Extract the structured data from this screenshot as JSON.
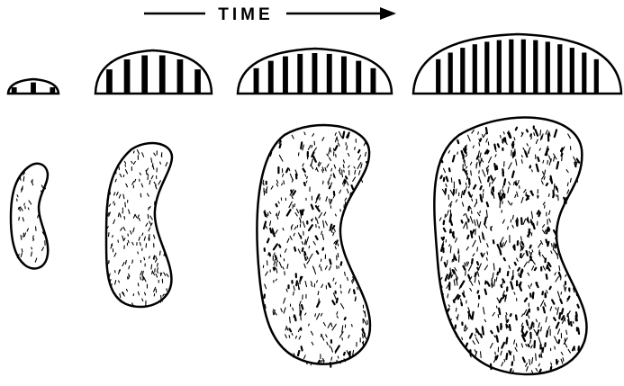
{
  "header": {
    "time_label": "TIME"
  },
  "colors": {
    "ink": "#000000",
    "paper": "#ffffff"
  },
  "stages": [
    {
      "stage": 1,
      "arc_stripes": 3
    },
    {
      "stage": 2,
      "arc_stripes": 6
    },
    {
      "stage": 3,
      "arc_stripes": 9
    },
    {
      "stage": 4,
      "arc_stripes": 14
    }
  ]
}
